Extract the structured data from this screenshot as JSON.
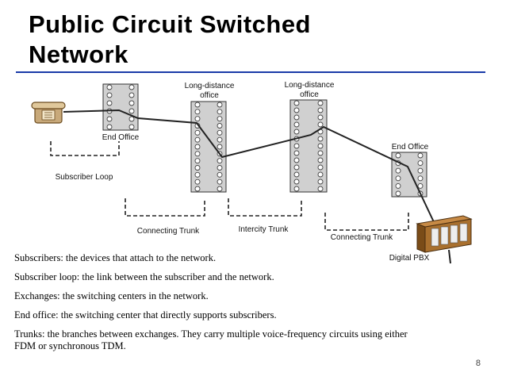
{
  "slide": {
    "title_line1": "Public Circuit Switched",
    "title_line2": "Network",
    "page_number": "8"
  },
  "diagram": {
    "labels": {
      "long_distance_office_1_line1": "Long-distance",
      "long_distance_office_1_line2": "office",
      "long_distance_office_2_line1": "Long-distance",
      "long_distance_office_2_line2": "office",
      "end_office_left": "End Office",
      "end_office_right": "End Office",
      "subscriber_loop": "Subscriber Loop",
      "connecting_trunk_left": "Connecting Trunk",
      "intercity_trunk": "Intercity Trunk",
      "connecting_trunk_right": "Connecting Trunk",
      "digital_pbx": "Digital PBX"
    },
    "icons": [
      "telephone-icon",
      "digital-pbx-icon"
    ],
    "colors": {
      "rule": "#1a3aa8",
      "switch_fill": "#d0d0d0"
    }
  },
  "notes": [
    "Subscribers: the devices that attach to the network.",
    "Subscriber loop: the link between the subscriber and the network.",
    "Exchanges: the switching centers in the network.",
    "End office: the switching center that directly supports subscribers.",
    "Trunks: the branches between exchanges. They carry multiple voice-frequency circuits using either FDM or synchronous TDM."
  ]
}
